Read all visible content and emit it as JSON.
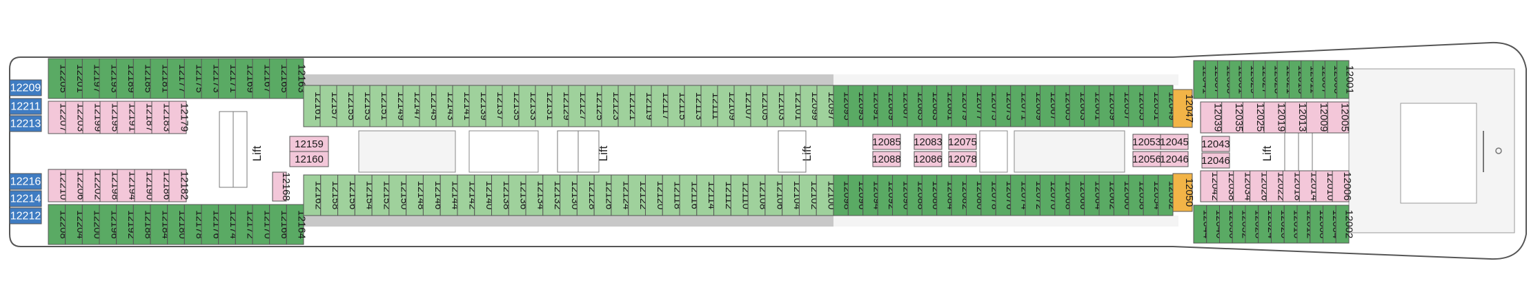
{
  "deck": {
    "lift_label": "Lift",
    "colors": {
      "dark_green": "#5aaa64",
      "light_green": "#9fd19c",
      "pink": "#f3c7d9",
      "orange": "#f2b447",
      "blue": "#3f7cc2",
      "corridor": "#c8c8c8",
      "hull": "#ffffff",
      "outline": "#555555"
    },
    "blue_cabins": [
      "12209",
      "12211",
      "12213",
      "12216",
      "12214",
      "12212"
    ],
    "aft_block": {
      "top_outer": [
        "12205",
        "12201",
        "12197",
        "12193",
        "12189",
        "12185",
        "12181",
        "12177",
        "12175",
        "12173",
        "12171",
        "12169",
        "12167",
        "12165",
        "12163"
      ],
      "top_inner": [
        "12207",
        "12203",
        "12199",
        "12195",
        "12191",
        "12187",
        "12183",
        "12179"
      ],
      "bottom_inner": [
        "12210",
        "12206",
        "12202",
        "12198",
        "12194",
        "12190",
        "12186",
        "12182"
      ],
      "bottom_outer": [
        "12208",
        "12204",
        "12200",
        "12196",
        "12192",
        "12188",
        "12184",
        "12180",
        "12178",
        "12176",
        "12174",
        "12172",
        "12170",
        "12166",
        "12164"
      ],
      "side_top": "12168",
      "side_mid": [
        "12159",
        "12160"
      ]
    },
    "mid_block": {
      "top": [
        "12161",
        "12157",
        "12155",
        "12153",
        "12151",
        "12149",
        "12147",
        "12145",
        "12143",
        "12141",
        "12139",
        "12137",
        "12135",
        "12133",
        "12131",
        "12129",
        "12127",
        "12125",
        "12123",
        "12121",
        "12119",
        "12117",
        "12115",
        "12113",
        "12111",
        "12109",
        "12107",
        "12105",
        "12103",
        "12101",
        "12099",
        "12097"
      ],
      "bottom": [
        "12162",
        "12158",
        "12156",
        "12154",
        "12152",
        "12150",
        "12148",
        "12146",
        "12144",
        "12142",
        "12140",
        "12138",
        "12136",
        "12134",
        "12132",
        "12130",
        "12128",
        "12126",
        "12124",
        "12122",
        "12120",
        "12118",
        "12116",
        "12114",
        "12112",
        "12110",
        "12108",
        "12106",
        "12104",
        "12102",
        "12100"
      ]
    },
    "forward_block": {
      "top": [
        "12095",
        "12093",
        "12091",
        "12089",
        "12087",
        "12085",
        "12083",
        "12081",
        "12079",
        "12077",
        "12075",
        "12073",
        "12071",
        "12069",
        "12067",
        "12065",
        "12063",
        "12061",
        "12059",
        "12057",
        "12055",
        "12051",
        "12049"
      ],
      "bottom": [
        "12098",
        "12096",
        "12094",
        "12092",
        "12090",
        "12088",
        "12086",
        "12084",
        "12082",
        "12080",
        "12078",
        "12076",
        "12074",
        "12072",
        "12070",
        "12068",
        "12066",
        "12064",
        "12062",
        "12060",
        "12058",
        "12054",
        "12052"
      ],
      "pink_pairs": [
        [
          "12085",
          "12088"
        ],
        [
          "12083",
          "12086"
        ],
        [
          "12075",
          "12078"
        ],
        [
          "12053",
          "12056"
        ],
        [
          "12045",
          "12046"
        ]
      ]
    },
    "orange_cabins": [
      "12047",
      "12050"
    ],
    "bow_block": {
      "top_outer": [
        "12041",
        "12037",
        "12033",
        "12031",
        "12029",
        "12027",
        "12023",
        "12021",
        "12015",
        "12011",
        "12007",
        "12003",
        "12001"
      ],
      "top_inner": [
        "12039",
        "12035",
        "12025",
        "12019",
        "12013",
        "12009",
        "12005"
      ],
      "mid_left": [
        "12043",
        "12046"
      ],
      "bottom_inner": [
        "12042",
        "12038",
        "12034",
        "12026",
        "12022",
        "12018",
        "12014",
        "12010",
        "12006"
      ],
      "bottom_outer": [
        "12044",
        "12040",
        "12036",
        "12032",
        "12028",
        "12024",
        "12020",
        "12016",
        "12012",
        "12008",
        "12004",
        "12002"
      ]
    }
  }
}
